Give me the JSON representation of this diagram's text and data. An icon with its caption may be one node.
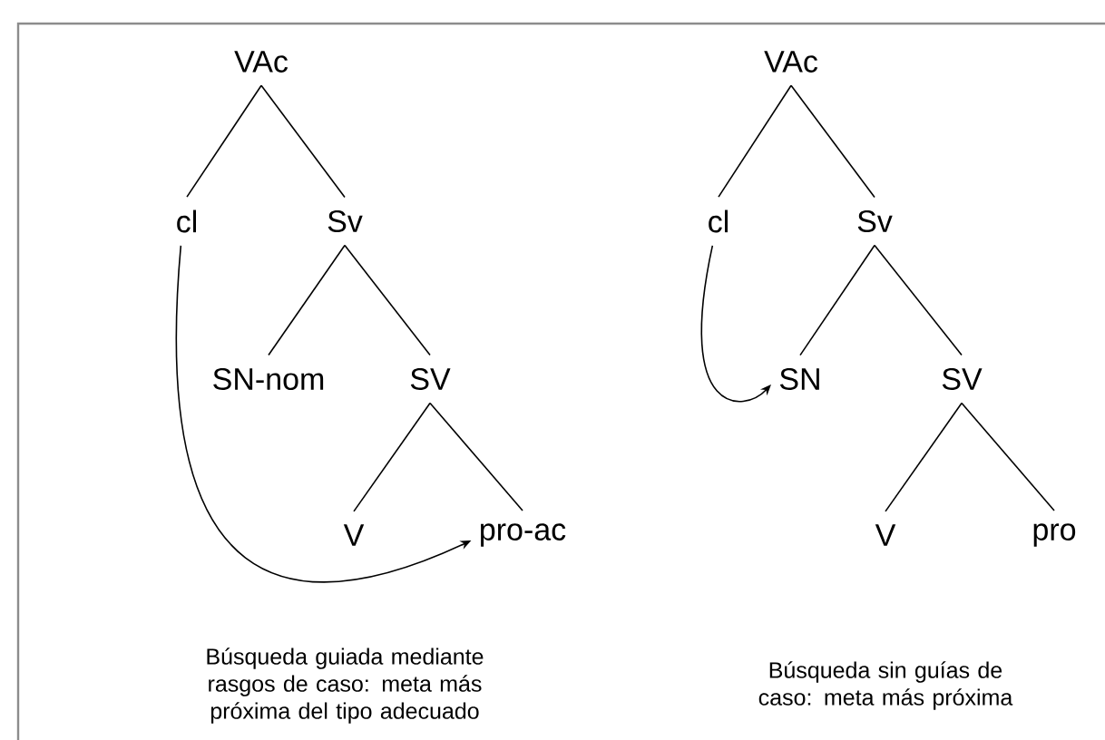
{
  "diagram": {
    "nodes": [
      {
        "text": [
          "VAc"
        ]
      },
      {
        "text": [
          "cl"
        ]
      },
      {
        "text": [
          "Sv"
        ]
      },
      {
        "text": [
          "SN-nom"
        ]
      },
      {
        "text": [
          "SV"
        ]
      },
      {
        "text": [
          "V"
        ]
      },
      {
        "text": [
          "pro-ac"
        ]
      },
      {
        "text": [
          "VAc"
        ]
      },
      {
        "text": [
          "cl"
        ]
      },
      {
        "text": [
          "Sv"
        ]
      },
      {
        "text": [
          "SN"
        ]
      },
      {
        "text": [
          "SV"
        ]
      },
      {
        "text": [
          "V"
        ]
      },
      {
        "text": [
          "pro"
        ]
      }
    ],
    "edges": [
      {
        "from": 0,
        "to": 1,
        "arrow": "none"
      },
      {
        "from": 0,
        "to": 2,
        "arrow": "none"
      },
      {
        "from": 2,
        "to": 3,
        "arrow": "none"
      },
      {
        "from": 2,
        "to": 4,
        "arrow": "none"
      },
      {
        "from": 4,
        "to": 5,
        "arrow": "none"
      },
      {
        "from": 4,
        "to": 6,
        "arrow": "none"
      },
      {
        "from": 1,
        "to": 6,
        "arrow": "to"
      },
      {
        "from": 7,
        "to": 8,
        "arrow": "none"
      },
      {
        "from": 7,
        "to": 9,
        "arrow": "none"
      },
      {
        "from": 9,
        "to": 10,
        "arrow": "none"
      },
      {
        "from": 9,
        "to": 11,
        "arrow": "none"
      },
      {
        "from": 11,
        "to": 12,
        "arrow": "none"
      },
      {
        "from": 11,
        "to": 13,
        "arrow": "none"
      },
      {
        "from": 8,
        "to": 10,
        "arrow": "to"
      }
    ],
    "labels": [
      "Búsqueda guiada mediante rasgos de caso: meta más próxima del tipo adecuado",
      "Búsqueda sin guías de caso: meta más próxima"
    ]
  }
}
